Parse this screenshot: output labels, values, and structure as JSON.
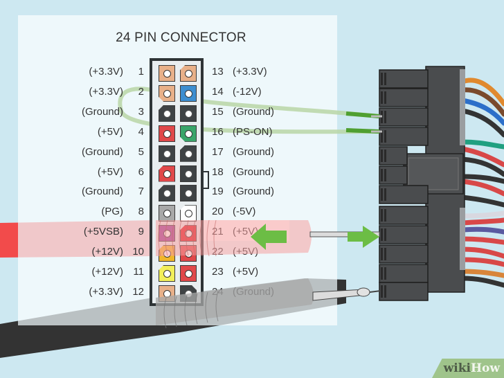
{
  "title": "24 PIN CONNECTOR",
  "colors": {
    "background": "#cde8f1",
    "panel": "#eef8fb",
    "arrow": "#6cbd45",
    "jumper_wire": "#5aa83a",
    "red_probe": "#f04a4a",
    "black_probe": "#3a3a3a"
  },
  "pins_left": [
    {
      "num": "1",
      "label": "(+3.3V)",
      "color": "#e8b089"
    },
    {
      "num": "2",
      "label": "(+3.3V)",
      "color": "#e8b089"
    },
    {
      "num": "3",
      "label": "(Ground)",
      "color": "#3f4345"
    },
    {
      "num": "4",
      "label": "(+5V)",
      "color": "#e0484a"
    },
    {
      "num": "5",
      "label": "(Ground)",
      "color": "#3f4345"
    },
    {
      "num": "6",
      "label": "(+5V)",
      "color": "#e0484a"
    },
    {
      "num": "7",
      "label": "(Ground)",
      "color": "#3f4345"
    },
    {
      "num": "8",
      "label": "(PG)",
      "color": "#a8a8a8"
    },
    {
      "num": "9",
      "label": "(+5VSB)",
      "color": "#9a3a98"
    },
    {
      "num": "10",
      "label": "(+12V)",
      "color": "#f0b628"
    },
    {
      "num": "11",
      "label": "(+12V)",
      "color": "#f2ee5a"
    },
    {
      "num": "12",
      "label": "(+3.3V)",
      "color": "#e8b089"
    }
  ],
  "pins_right": [
    {
      "num": "13",
      "label": "(+3.3V)",
      "color": "#e8b089"
    },
    {
      "num": "14",
      "label": "(-12V)",
      "color": "#3d8ed0"
    },
    {
      "num": "15",
      "label": "(Ground)",
      "color": "#3f4345"
    },
    {
      "num": "16",
      "label": "(PS-ON)",
      "color": "#3aa56a"
    },
    {
      "num": "17",
      "label": "(Ground)",
      "color": "#3f4345"
    },
    {
      "num": "18",
      "label": "(Ground)",
      "color": "#3f4345"
    },
    {
      "num": "19",
      "label": "(Ground)",
      "color": "#3f4345"
    },
    {
      "num": "20",
      "label": "(-5V)",
      "color": "#ffffff"
    },
    {
      "num": "21",
      "label": "(+5V)",
      "color": "#e0161d"
    },
    {
      "num": "22",
      "label": "(+5V)",
      "color": "#e0484a"
    },
    {
      "num": "23",
      "label": "(+5V)",
      "color": "#e0484a"
    },
    {
      "num": "24",
      "label": "(Ground)",
      "color": "#3f4345"
    }
  ],
  "highlighted_pin": "21",
  "watermark": {
    "wiki": "wiki",
    "how": "How"
  }
}
